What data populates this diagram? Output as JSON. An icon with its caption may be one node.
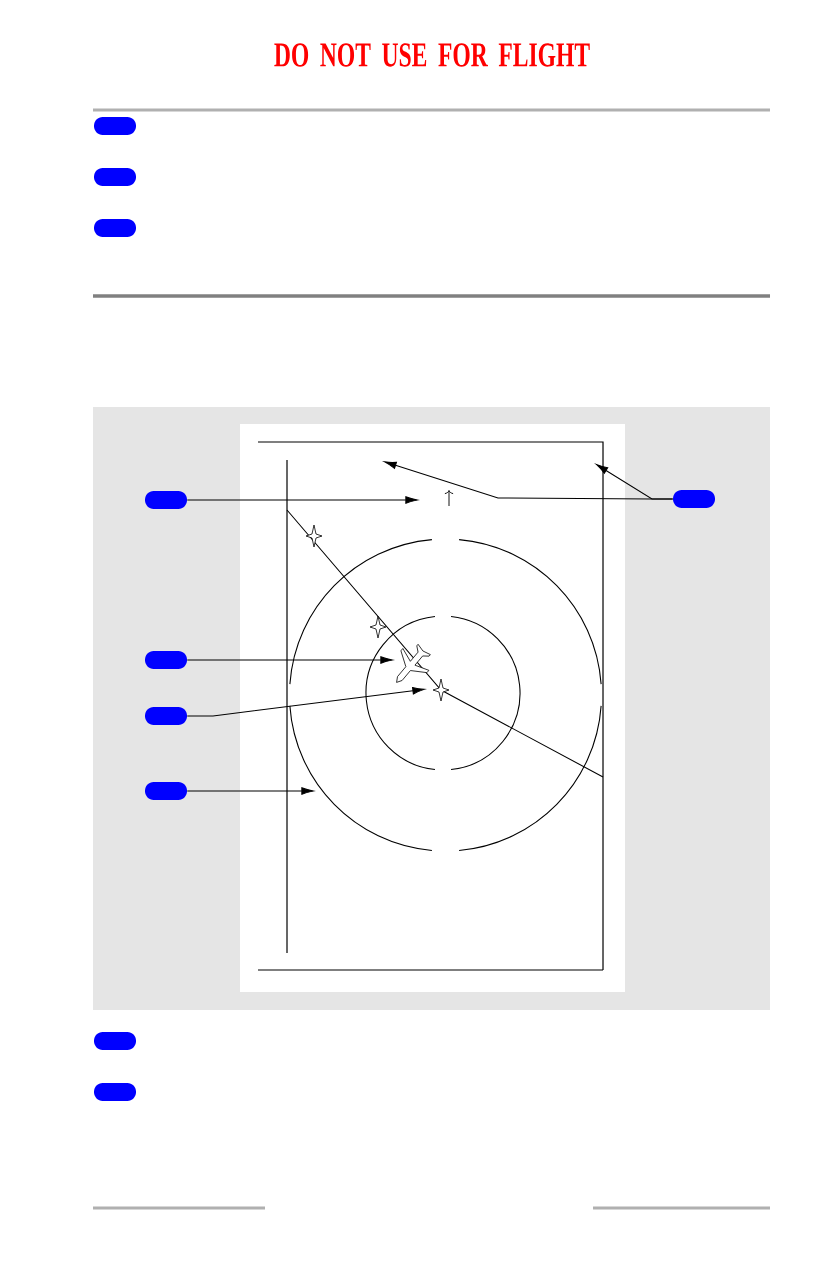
{
  "diagram": {
    "title": "DO NOT USE FOR FLIGHT",
    "nodes": [
      {
        "text": [],
        "shape": "pill"
      },
      {
        "text": [],
        "shape": "pill"
      },
      {
        "text": [],
        "shape": "pill"
      },
      {
        "text": [],
        "shape": "pill"
      },
      {
        "text": [],
        "shape": "pill"
      },
      {
        "text": [],
        "shape": "pill"
      },
      {
        "text": [],
        "shape": "pill"
      },
      {
        "text": [],
        "shape": "pill"
      },
      {
        "text": [],
        "shape": "pill"
      },
      {
        "text": [],
        "shape": "pill"
      }
    ],
    "edges": [
      {
        "from": 3,
        "to": null,
        "arrow": "to"
      },
      {
        "from": 4,
        "to": null,
        "arrow": "to"
      },
      {
        "from": 4,
        "to": null,
        "arrow": "to"
      },
      {
        "from": 5,
        "to": null,
        "arrow": "to"
      },
      {
        "from": 6,
        "to": null,
        "arrow": "to"
      },
      {
        "from": 7,
        "to": null,
        "arrow": "to"
      }
    ]
  }
}
